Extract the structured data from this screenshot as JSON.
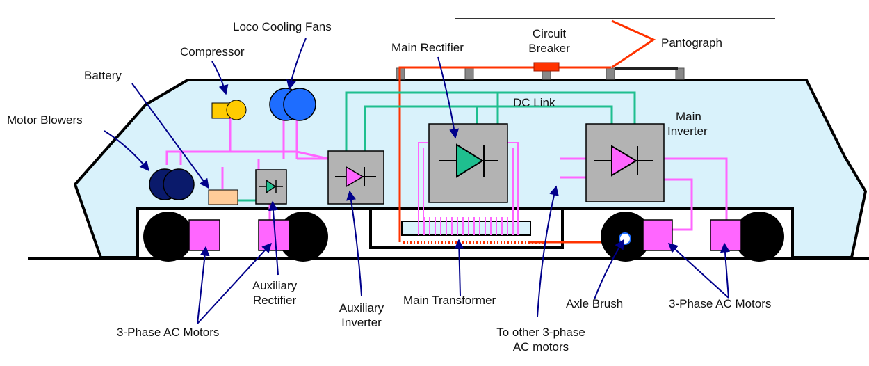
{
  "colors": {
    "body_fill": "#d9f2fb",
    "outline": "#000000",
    "pink_wire": "#ff66ff",
    "green_wire": "#1fbf8f",
    "red_wire": "#ff3300",
    "box_gray": "#b3b3b3",
    "motor_pink": "#ff66ff",
    "arrow_navy": "#00008b",
    "fan_blue": "#1e6dff",
    "blower_navy": "#0a1a6b",
    "compressor_yellow": "#ffcc00",
    "battery_tan": "#ffcc99"
  },
  "labels": {
    "pantograph": "Pantograph",
    "circuit_breaker": [
      "Circuit",
      "Breaker"
    ],
    "main_rectifier": "Main Rectifier",
    "loco_cooling_fans": "Loco Cooling Fans",
    "compressor": "Compressor",
    "battery": "Battery",
    "motor_blowers": "Motor Blowers",
    "dc_link": "DC Link",
    "main_inverter": [
      "Main",
      "Inverter"
    ],
    "auxiliary_rectifier": [
      "Auxiliary",
      "Rectifier"
    ],
    "auxiliary_inverter": [
      "Auxiliary",
      "Inverter"
    ],
    "main_transformer": "Main Transformer",
    "to_other_motors": [
      "To other 3-phase",
      "AC motors"
    ],
    "axle_brush": "Axle Brush",
    "motors_right": "3-Phase AC Motors",
    "motors_left": "3-Phase AC Motors"
  }
}
